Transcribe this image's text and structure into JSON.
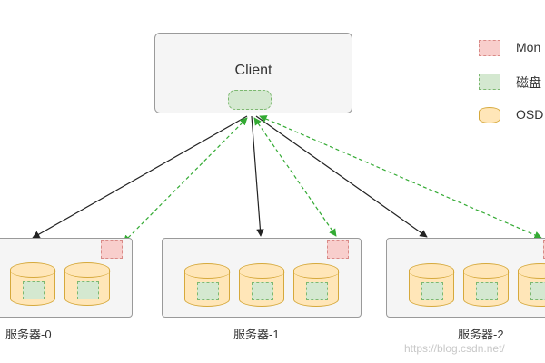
{
  "client": {
    "label": "Client"
  },
  "legend": [
    {
      "label": "Mon",
      "swatch": "red-dashed-square"
    },
    {
      "label": "磁盘",
      "swatch": "green-dashed-square"
    },
    {
      "label": "OSD",
      "swatch": "yellow-cylinder"
    }
  ],
  "servers": [
    {
      "label": "服务器-0",
      "osd_count": 2
    },
    {
      "label": "服务器-1",
      "osd_count": 3
    },
    {
      "label": "服务器-2",
      "osd_count": 3
    }
  ],
  "watermark": "https://blog.csdn.net/",
  "colors": {
    "mon_fill": "#f8cecc",
    "disk_fill": "#d4e8d0",
    "osd_fill": "#ffe6b8",
    "solid_arrow": "#222222",
    "dashed_arrow": "#33aa33"
  }
}
